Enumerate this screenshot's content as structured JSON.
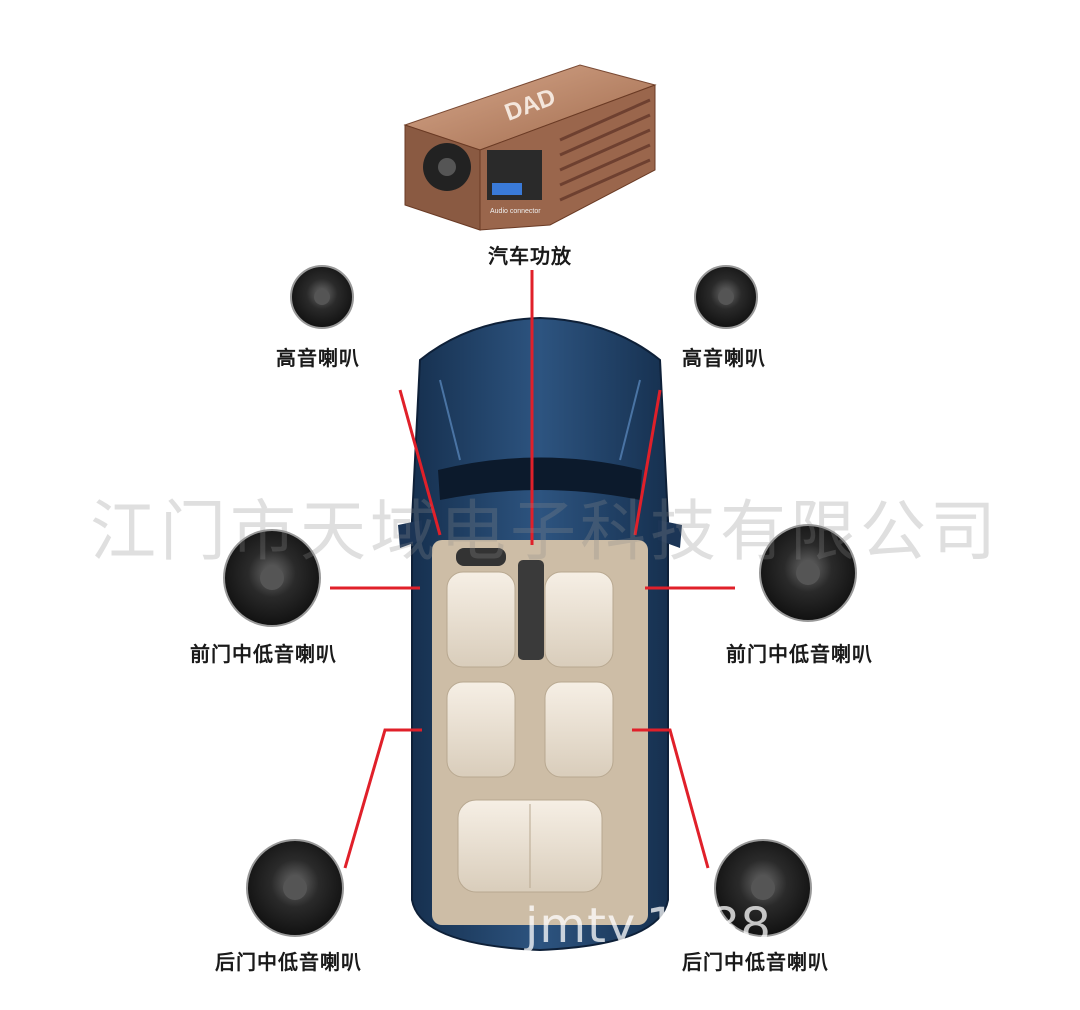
{
  "amplifier": {
    "label": "汽车功放",
    "brand_mark": "DAD",
    "port_text": "Audio connector"
  },
  "speakers": {
    "tweeter_left": "高音喇叭",
    "tweeter_right": "高音喇叭",
    "front_door_left": "前门中低音喇叭",
    "front_door_right": "前门中低音喇叭",
    "rear_door_left": "后门中低音喇叭",
    "rear_door_right": "后门中低音喇叭"
  },
  "watermark": {
    "company": "江门市天域电子科技有限公司",
    "site": "jmty.1688"
  },
  "colors": {
    "car_body": "#1f3a5e",
    "line": "#e0202a",
    "amp": "#b07a5e",
    "seat": "#ece3d6"
  }
}
